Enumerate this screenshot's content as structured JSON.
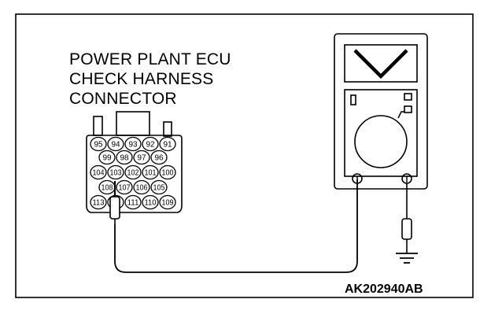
{
  "diagram": {
    "title_lines": [
      "POWER PLANT ECU",
      "CHECK HARNESS",
      "CONNECTOR"
    ],
    "figure_id": "AK202940AB",
    "meter_mode_symbol": "V",
    "connector_pins": {
      "row1": [
        "95",
        "94",
        "93",
        "92",
        "91"
      ],
      "row2": [
        "99",
        "98",
        "97",
        "96"
      ],
      "row3": [
        "104",
        "103",
        "102",
        "101",
        "100"
      ],
      "row4": [
        "108",
        "107",
        "106",
        "105"
      ],
      "row5": [
        "113",
        "",
        "111",
        "110",
        "109"
      ]
    },
    "probe_pin": "103"
  }
}
